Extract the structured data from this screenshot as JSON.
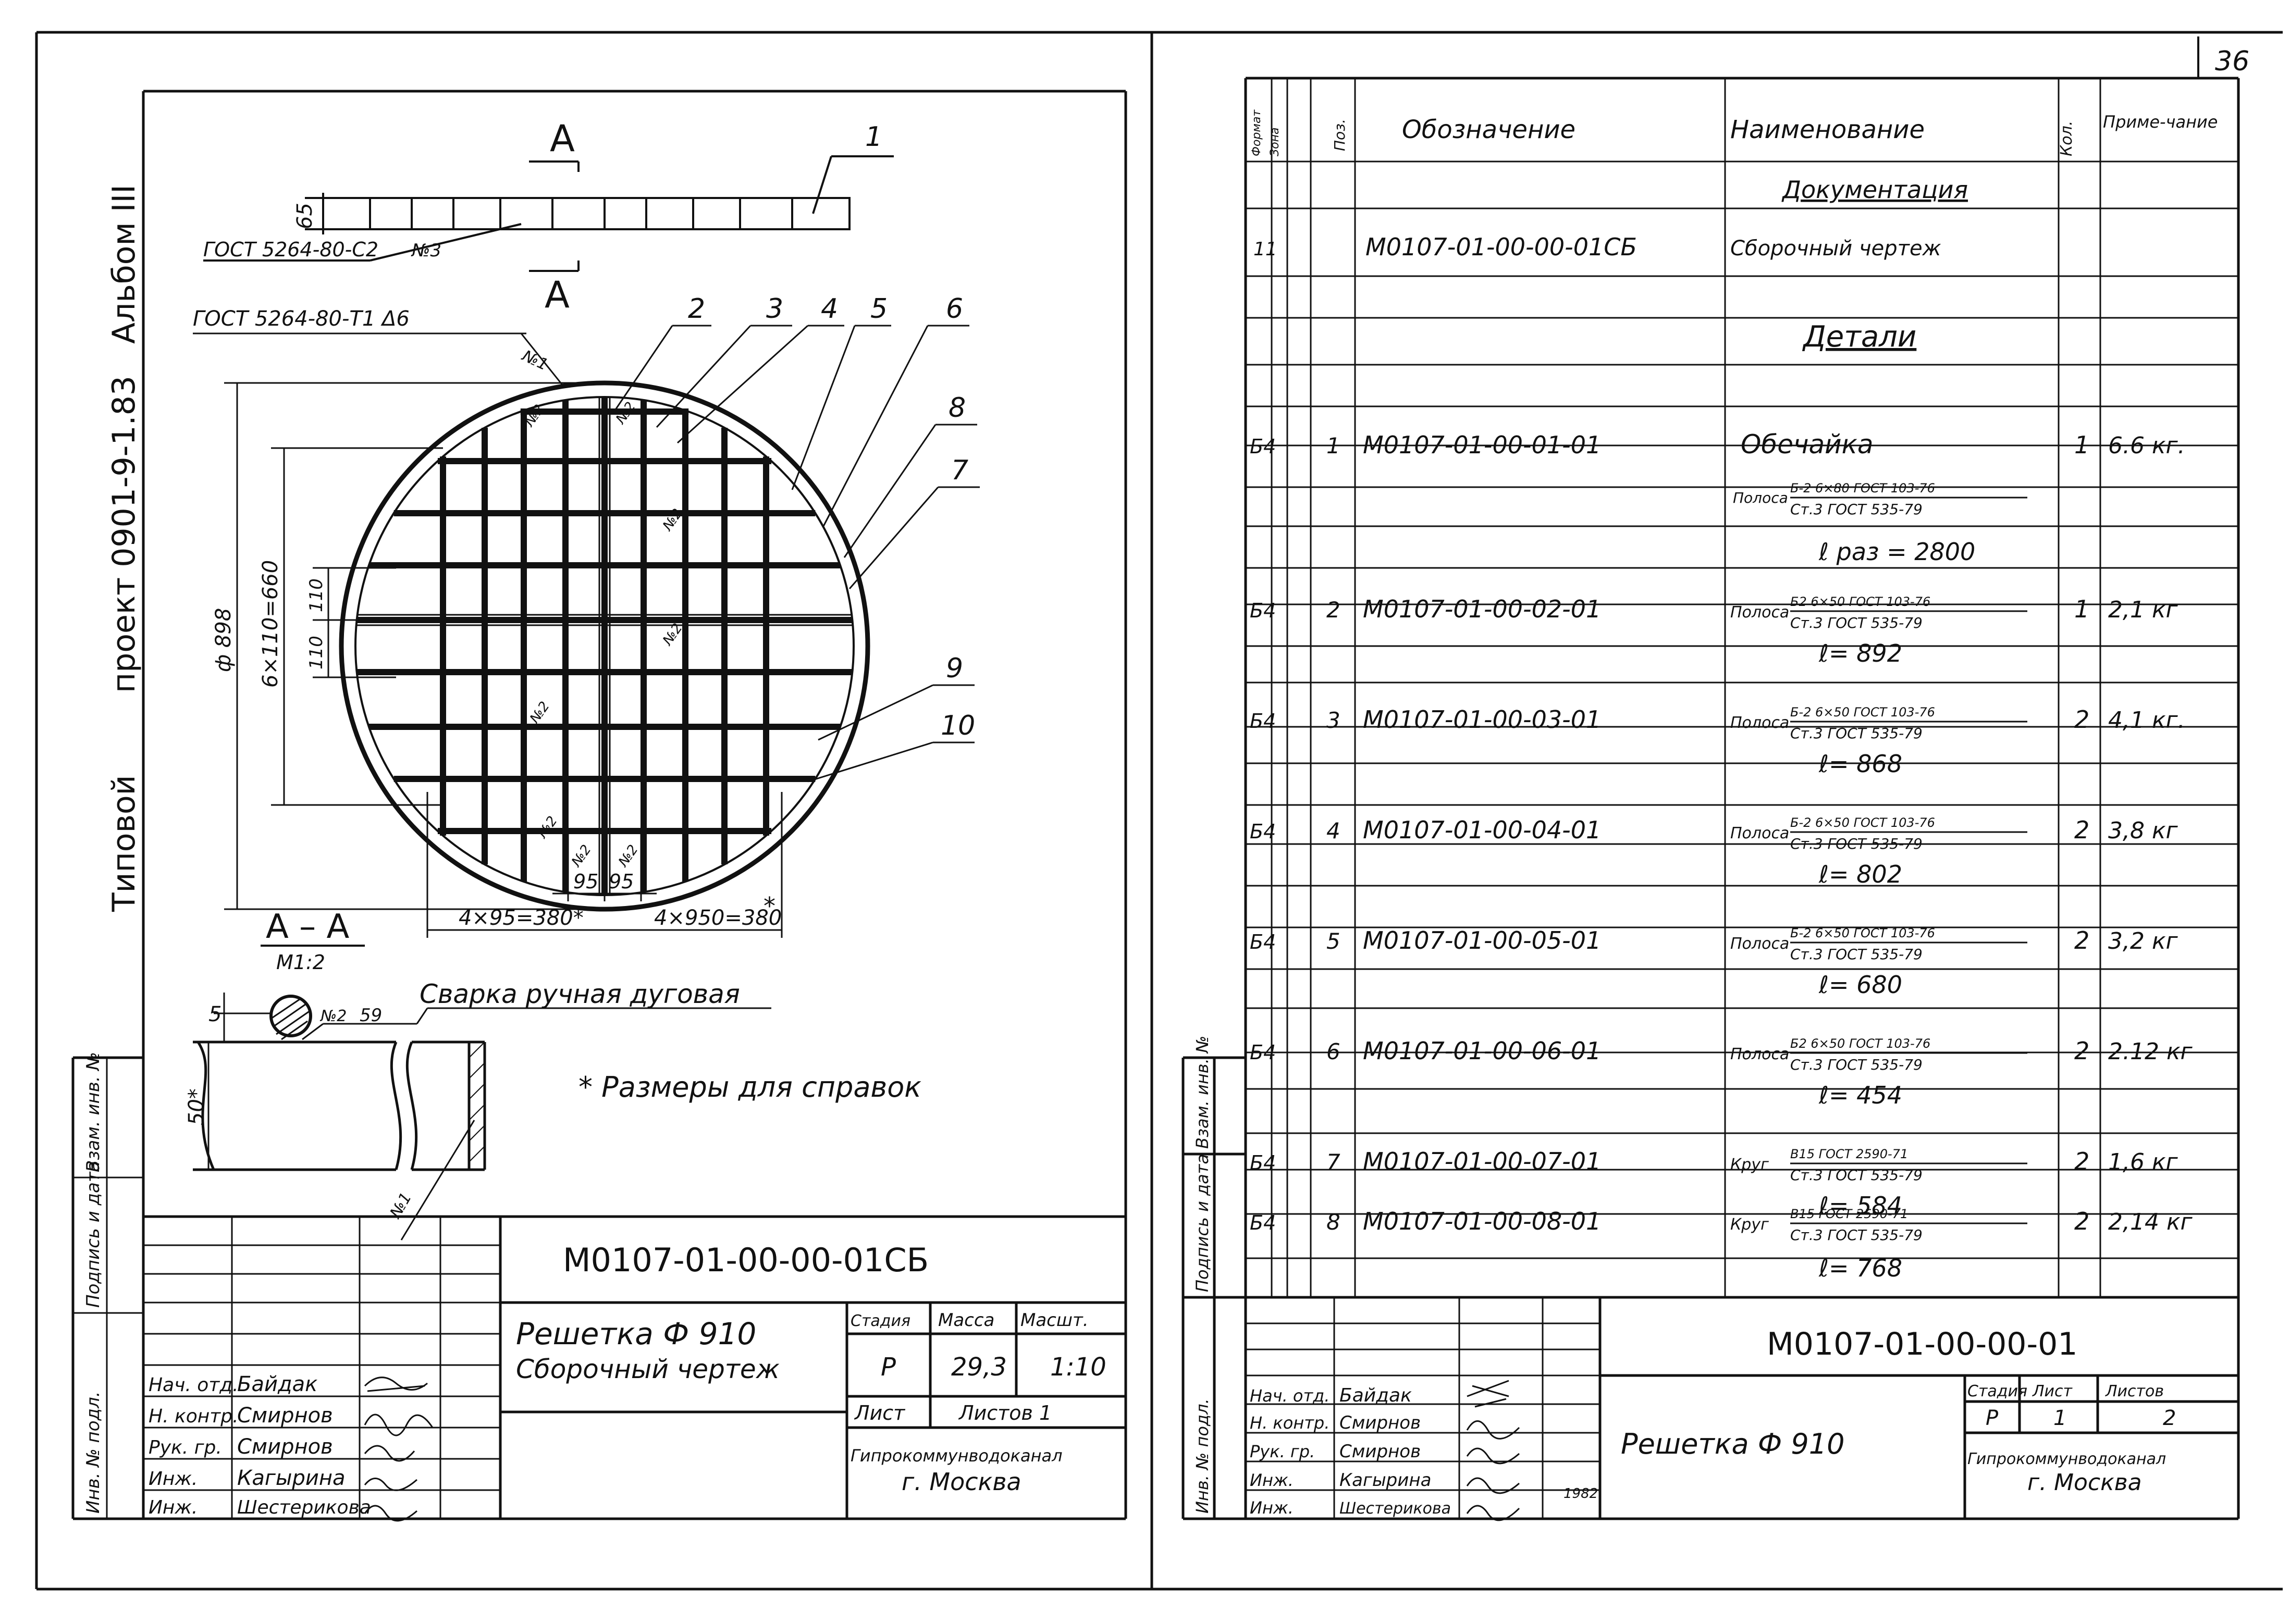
{
  "page_number": "36",
  "left_sheet": {
    "side_stamp": {
      "series": "Типовой",
      "project": "проект 0901-9-1.83",
      "album": "Альбом III"
    },
    "section_mark": "А",
    "section_a_top": {
      "label_1": "1",
      "dim_65": "65",
      "weld_ref": "ГОСТ 5264-80-С2",
      "weld_no": "№3"
    },
    "plan": {
      "weld_ref": "ГОСТ 5264-80-Т1 Δ6",
      "weld_no": "№1",
      "positions": [
        "2",
        "3",
        "4",
        "5",
        "6",
        "8",
        "7",
        "9",
        "10"
      ],
      "dim_diameter": "ф 898",
      "dim_grid": "6×110=660",
      "dim_110a": "110",
      "dim_110b": "110",
      "dim_95a": "95",
      "dim_95b": "95",
      "dim_left": "4×95=380*",
      "dim_right": "4×950=380",
      "star": "*",
      "inner_marks": [
        "№2",
        "№2",
        "№2",
        "№2",
        "№2",
        "№2",
        "№2",
        "№2"
      ]
    },
    "section_aa": {
      "title": "А – А",
      "scale": "М1:2",
      "dim_5": "5",
      "weld_no": "№2",
      "weld_leg": "59",
      "weld_note": "Сварка ручная дуговая",
      "dim_50": "50*",
      "weld_no_bottom": "№1"
    },
    "note": "* Размеры для справок",
    "side_columns": [
      "Инв. № подл.",
      "Подпись и дата",
      "Взам. инв. №"
    ],
    "title_block": {
      "doc_code": "М0107-01-00-00-01СБ",
      "title_line1": "Решетка Ф 910",
      "title_line2": "Сборочный чертеж",
      "head_stage": "Стадия",
      "head_mass": "Масса",
      "head_scale": "Масшт.",
      "stage": "Р",
      "mass": "29,3",
      "scale": "1:10",
      "sheet": "Лист",
      "sheets": "Листов 1",
      "org_line1": "Гипрокоммунводоканал",
      "org_line2": "г. Москва",
      "signatures": [
        {
          "role": "Нач. отд.",
          "name": "Байдак"
        },
        {
          "role": "Н. контр.",
          "name": "Смирнов"
        },
        {
          "role": "Рук. гр.",
          "name": "Смирнов"
        },
        {
          "role": "Инж.",
          "name": "Кагырина"
        },
        {
          "role": "Инж.",
          "name": "Шестерикова"
        }
      ]
    }
  },
  "right_sheet": {
    "table": {
      "headers": {
        "format": "Формат",
        "zone": "Зона",
        "pos": "Поз.",
        "designation": "Обозначение",
        "name": "Наименование",
        "qty": "Кол.",
        "note": "Приме-чание"
      },
      "section_documentation": "Документация",
      "doc_row": {
        "format": "11",
        "designation": "М0107-01-00-00-01СБ",
        "name": "Сборочный чертеж"
      },
      "section_parts": "Детали",
      "rows": [
        {
          "format": "Б4",
          "pos": "1",
          "designation": "М0107-01-00-01-01",
          "name": "Обечайка",
          "qty": "1",
          "note": "6.6 кг.",
          "mat_prefix": "Полоса",
          "mat_top": "Б-2 6×80 ГОСТ 103-76",
          "mat_bottom": "Ст.3 ГОСТ 535-79",
          "length": "ℓ раз = 2800"
        },
        {
          "format": "Б4",
          "pos": "2",
          "designation": "М0107-01-00-02-01",
          "name": "Полоса",
          "qty": "1",
          "note": "2,1 кг",
          "mat_top": "Б2 6×50 ГОСТ 103-76",
          "mat_bottom": "Ст.3 ГОСТ 535-79",
          "length": "ℓ= 892"
        },
        {
          "format": "Б4",
          "pos": "3",
          "designation": "М0107-01-00-03-01",
          "name": "Полоса",
          "qty": "2",
          "note": "4,1 кг.",
          "mat_top": "Б-2 6×50 ГОСТ 103-76",
          "mat_bottom": "Ст.3 ГОСТ 535-79",
          "length": "ℓ= 868"
        },
        {
          "format": "Б4",
          "pos": "4",
          "designation": "М0107-01-00-04-01",
          "name": "Полоса",
          "qty": "2",
          "note": "3,8 кг",
          "mat_top": "Б-2 6×50 ГОСТ 103-76",
          "mat_bottom": "Ст.3 ГОСТ 535-79",
          "length": "ℓ= 802"
        },
        {
          "format": "Б4",
          "pos": "5",
          "designation": "М0107-01-00-05-01",
          "name": "Полоса",
          "qty": "2",
          "note": "3,2 кг",
          "mat_top": "Б-2 6×50 ГОСТ 103-76",
          "mat_bottom": "Ст.3 ГОСТ 535-79",
          "length": "ℓ= 680"
        },
        {
          "format": "Б4",
          "pos": "6",
          "designation": "М0107-01-00-06-01",
          "name": "Полоса",
          "qty": "2",
          "note": "2.12 кг",
          "mat_top": "Б2 6×50 ГОСТ 103-76",
          "mat_bottom": "Ст.3 ГОСТ 535-79",
          "length": "ℓ= 454"
        },
        {
          "format": "Б4",
          "pos": "7",
          "designation": "М0107-01-00-07-01",
          "name": "Круг",
          "qty": "2",
          "note": "1,6 кг",
          "mat_top": "В15 ГОСТ 2590-71",
          "mat_bottom": "Ст.3 ГОСТ 535-79",
          "length": "ℓ= 584"
        },
        {
          "format": "Б4",
          "pos": "8",
          "designation": "М0107-01-00-08-01",
          "name": "Круг",
          "qty": "2",
          "note": "2,14 кг",
          "mat_top": "В15 ГОСТ 2590-71",
          "mat_bottom": "Ст.3 ГОСТ 535-79",
          "length": "ℓ= 768"
        }
      ]
    },
    "side_columns": [
      "Инв. № подл.",
      "Подпись и дата",
      "Взам. инв. №"
    ],
    "title_block": {
      "doc_code": "М0107-01-00-00-01",
      "title": "Решетка Ф 910",
      "head_stage": "Стадия",
      "head_sheet": "Лист",
      "head_sheets": "Листов",
      "stage": "Р",
      "sheet": "1",
      "sheets": "2",
      "org_line1": "Гипрокоммунводоканал",
      "org_line2": "г. Москва",
      "year": "1982",
      "signatures": [
        {
          "role": "Нач. отд.",
          "name": "Байдак"
        },
        {
          "role": "Н. контр.",
          "name": "Смирнов"
        },
        {
          "role": "Рук. гр.",
          "name": "Смирнов"
        },
        {
          "role": "Инж.",
          "name": "Кагырина"
        },
        {
          "role": "Инж.",
          "name": "Шестерикова"
        }
      ]
    }
  }
}
